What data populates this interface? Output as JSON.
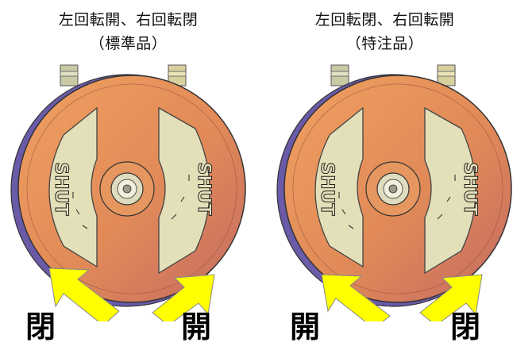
{
  "panels": [
    {
      "title_line1": "左回転開、右回転閉",
      "title_line2": "（標準品）",
      "left_label": "閉",
      "right_label": "開",
      "valve_text": "SHUT",
      "arrow_color": "#ffff00",
      "disk_color": "#e8915a"
    },
    {
      "title_line1": "左回転閉、右回転開",
      "title_line2": "（特注品）",
      "left_label": "開",
      "right_label": "閉",
      "valve_text": "SHUT",
      "arrow_color": "#ffff00",
      "disk_color": "#e8915a"
    }
  ]
}
